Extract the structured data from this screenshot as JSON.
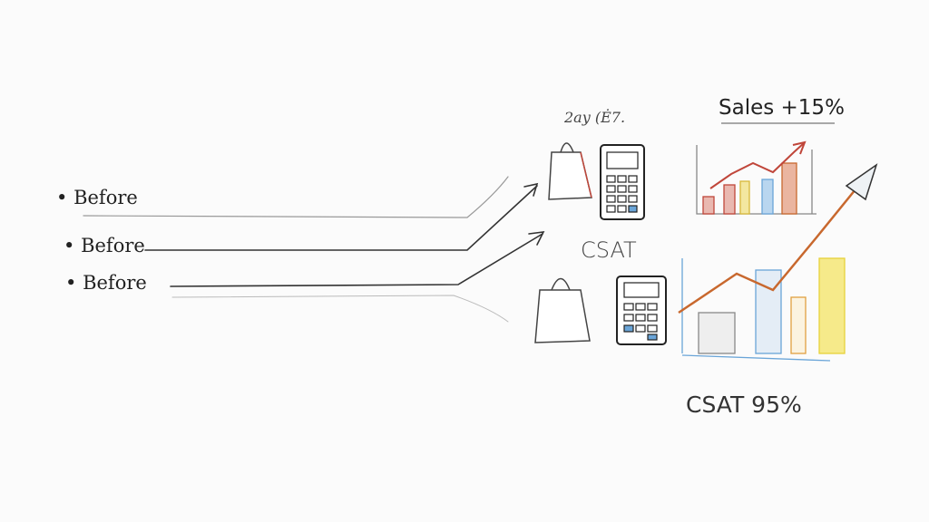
{
  "bullets": [
    {
      "label": "Before"
    },
    {
      "label": "Before"
    },
    {
      "label": "Before"
    }
  ],
  "scribble": "2ay (Ė7.",
  "top_chart": {
    "title": "Sales +15%"
  },
  "middle_label": "CSAT",
  "bottom_chart": {
    "caption": "CSAT 95%"
  },
  "colors": {
    "ink": "#222222",
    "red": "#c0463a",
    "yellow": "#e8d23a",
    "blue": "#6aa5d8",
    "orange": "#c8682e"
  }
}
